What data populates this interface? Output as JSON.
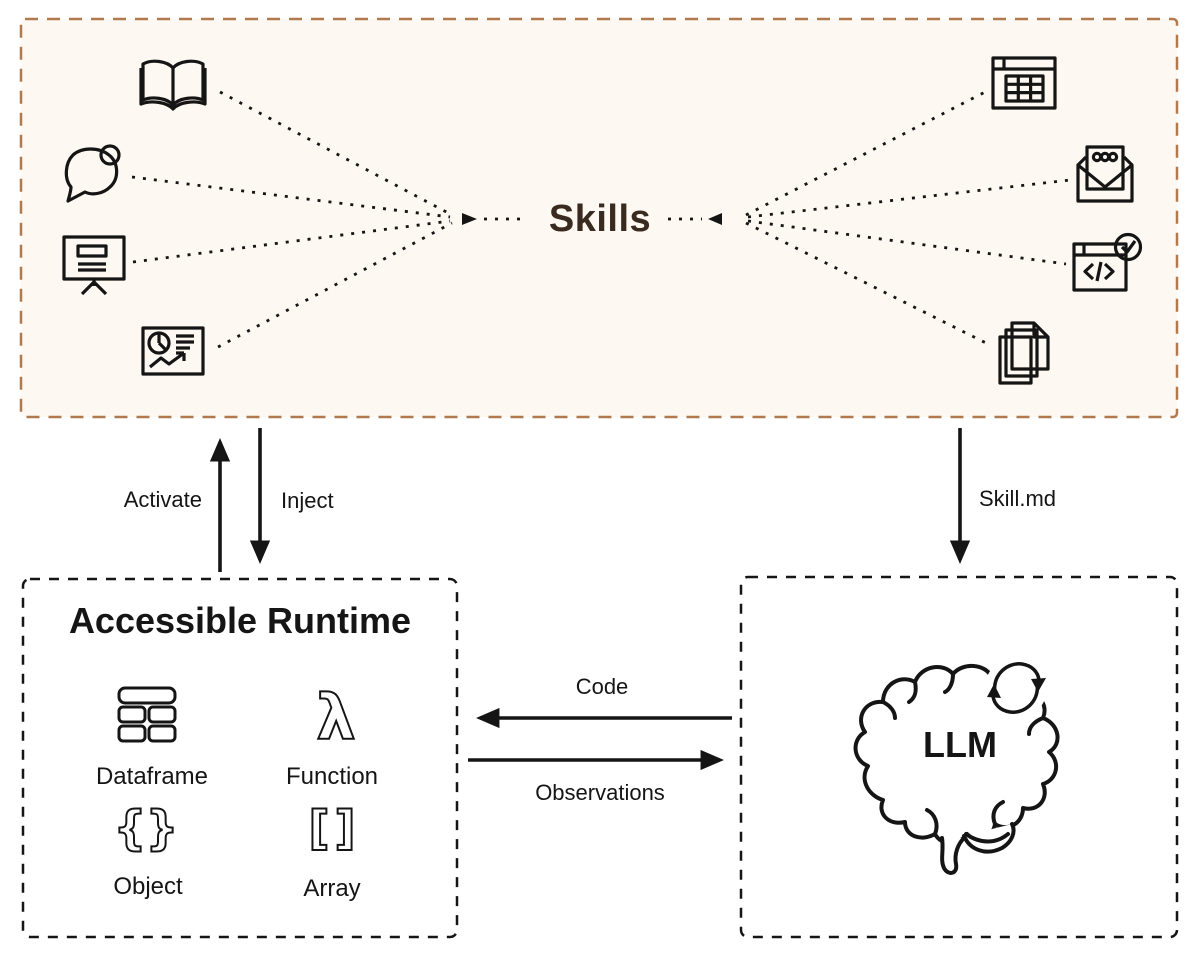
{
  "diagram": {
    "skills": {
      "title": "Skills",
      "left_sources": [
        "book",
        "chat-bubble",
        "presentation",
        "report-dashboard"
      ],
      "right_sources": [
        "spreadsheet",
        "mail",
        "code-check",
        "documents"
      ]
    },
    "edges": {
      "activate": "Activate",
      "inject": "Inject",
      "skill_md": "Skill.md",
      "code": "Code",
      "observations": "Observations"
    },
    "runtime": {
      "title": "Accessible Runtime",
      "items": [
        {
          "icon": "dataframe-icon",
          "label": "Dataframe"
        },
        {
          "icon": "lambda-icon",
          "label": "Function",
          "glyph": "λ"
        },
        {
          "icon": "braces-icon",
          "label": "Object",
          "glyph_left": "{",
          "glyph_right": "}"
        },
        {
          "icon": "brackets-icon",
          "label": "Array",
          "glyph_left": "[",
          "glyph_right": "]"
        }
      ]
    },
    "llm": {
      "title": "LLM",
      "icon": "brain-sync-icon"
    }
  },
  "colors": {
    "skills_border": "#b1794e",
    "skills_bg": "#fdf8f1",
    "skills_text": "#3a2b20",
    "ink": "#151515",
    "background": "#ffffff"
  }
}
